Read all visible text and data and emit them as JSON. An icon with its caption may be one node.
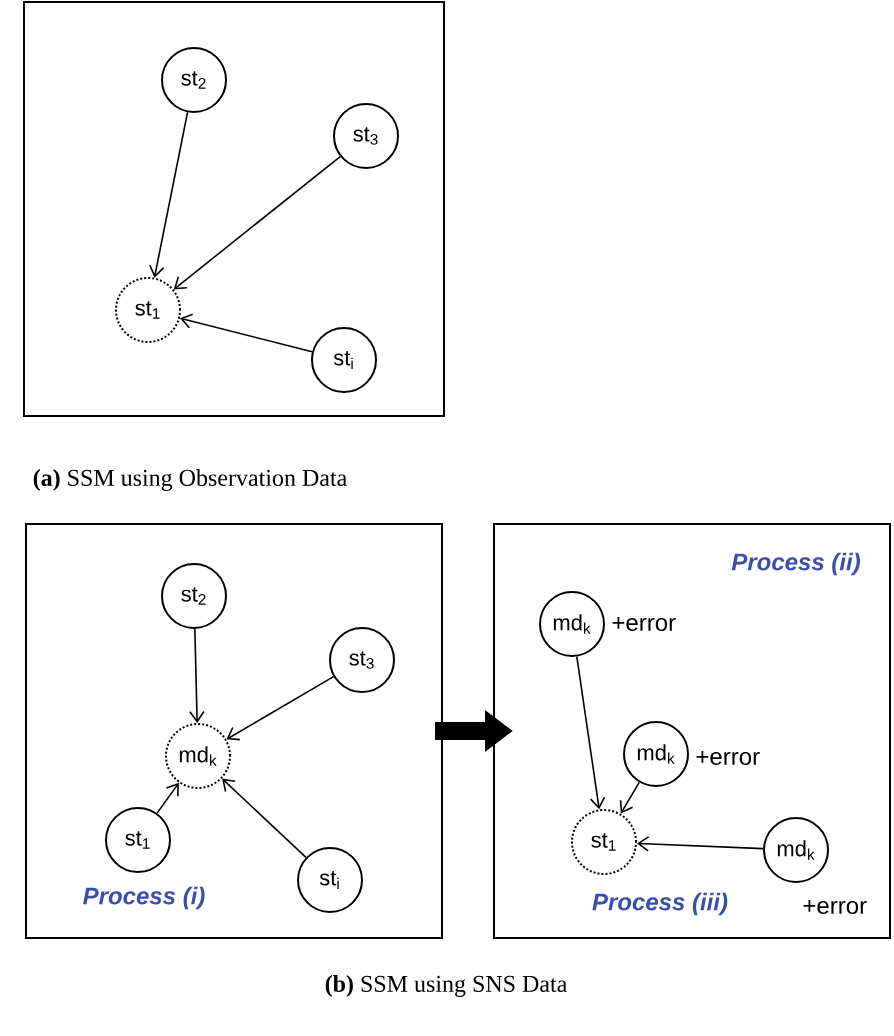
{
  "diagram": {
    "nodes": [
      {
        "text": [],
        "shape": "box"
      },
      {
        "text": [
          "st$_{2}$"
        ],
        "in": 0
      },
      {
        "text": [
          "st$_{3}$"
        ],
        "in": 0
      },
      {
        "text": [
          "st$_{1}$"
        ],
        "in": 0
      },
      {
        "text": [
          "st$_{i}$"
        ],
        "in": 0
      },
      {
        "text": [
          "Process (i)"
        ]
      },
      {
        "text": [
          "st$_{2}$"
        ],
        "in": 5
      },
      {
        "text": [
          "st$_{3}$"
        ],
        "in": 5
      },
      {
        "text": [
          "md$_{k}$"
        ],
        "in": 5
      },
      {
        "text": [
          "st$_{1}$"
        ],
        "in": 5
      },
      {
        "text": [
          "st$_{i}$"
        ],
        "in": 5
      },
      {
        "text": [
          "Process (ii)",
          "Process (iii)"
        ]
      },
      {
        "text": [
          "md$_{k}$"
        ],
        "in": 11,
        "beside": [
          "+error"
        ]
      },
      {
        "text": [
          "md$_{k}$"
        ],
        "in": 11,
        "beside": [
          "+error"
        ]
      },
      {
        "text": [
          "st$_{1}$"
        ],
        "in": 11
      },
      {
        "text": [
          "md$_{k}$"
        ],
        "in": 11,
        "beside": [
          "+error"
        ]
      }
    ],
    "edges": [
      {
        "from": 1,
        "to": 3,
        "arrow": "to"
      },
      {
        "from": 2,
        "to": 3,
        "arrow": "to"
      },
      {
        "from": 4,
        "to": 3,
        "arrow": "to"
      },
      {
        "from": 6,
        "to": 8,
        "arrow": "to"
      },
      {
        "from": 7,
        "to": 8,
        "arrow": "to"
      },
      {
        "from": 9,
        "to": 8,
        "arrow": "to"
      },
      {
        "from": 10,
        "to": 8,
        "arrow": "to"
      },
      {
        "from": 5,
        "to": 11,
        "arrow": "to",
        "style": "thick"
      },
      {
        "from": 12,
        "to": 14,
        "arrow": "to"
      },
      {
        "from": 13,
        "to": 14,
        "arrow": "to"
      },
      {
        "from": 15,
        "to": 14,
        "arrow": "to"
      }
    ],
    "labels": [
      "**(a)** SSM using Observation Data",
      "**(b)** SSM using SNS Data"
    ]
  }
}
